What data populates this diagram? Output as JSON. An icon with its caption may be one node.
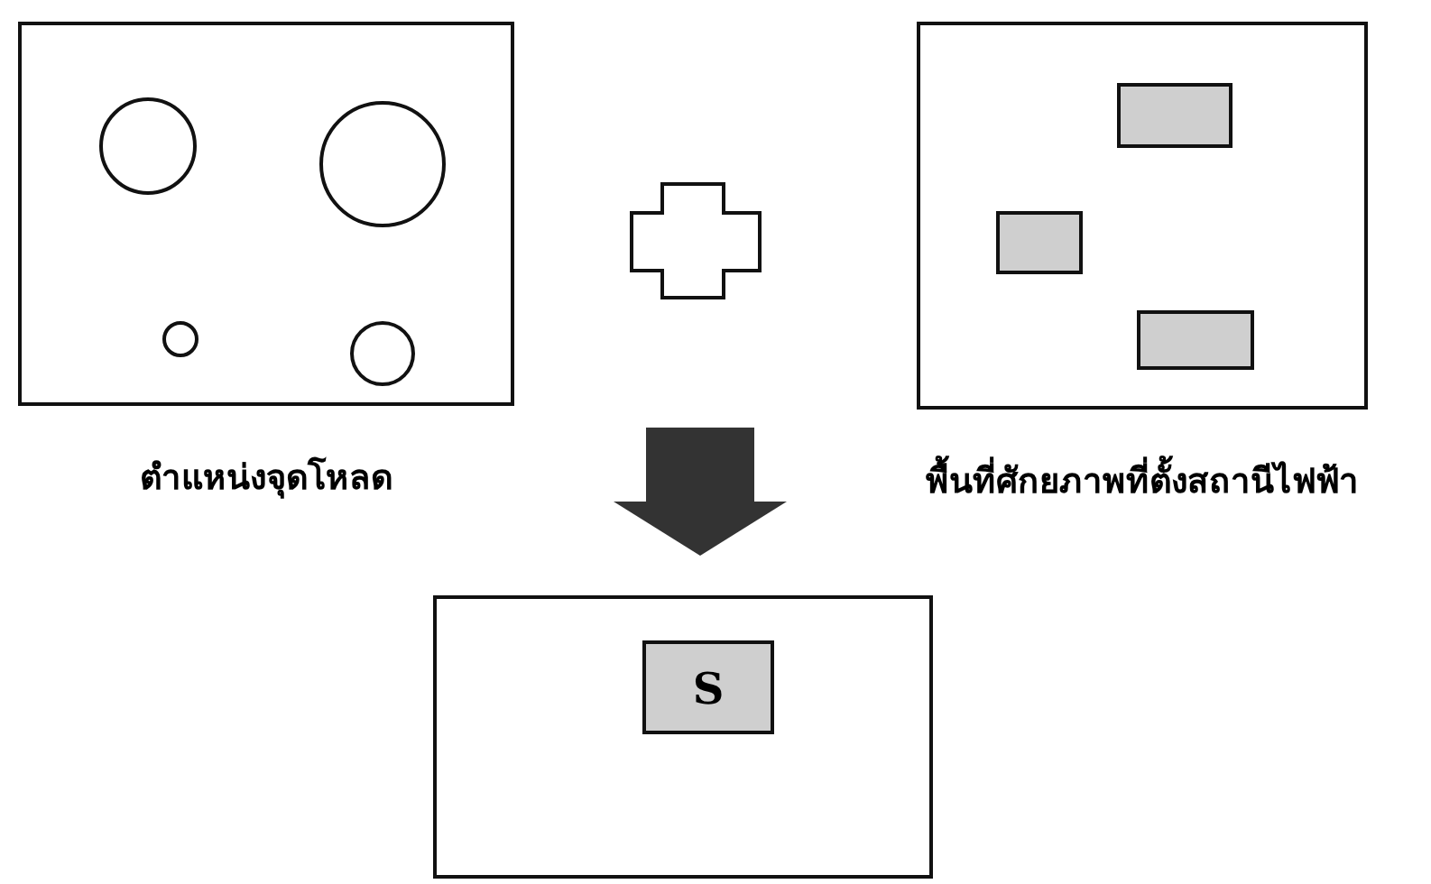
{
  "diagram": {
    "nodes": [
      {
        "text": [],
        "shape": "box",
        "beside": [
          "ตำแหน่งจุดโหลด"
        ]
      },
      {
        "text": [],
        "shape": "circle",
        "in": 0
      },
      {
        "text": [],
        "shape": "circle",
        "in": 0
      },
      {
        "text": [],
        "shape": "circle",
        "in": 0
      },
      {
        "text": [],
        "shape": "circle",
        "in": 0
      },
      {
        "text": [],
        "shape": "cross"
      },
      {
        "text": [],
        "shape": "box",
        "beside": [
          "พื้นที่ศักยภาพที่ตั้งสถานีไฟฟ้า"
        ]
      },
      {
        "text": [],
        "shape": "box",
        "in": 6
      },
      {
        "text": [],
        "shape": "box",
        "in": 6
      },
      {
        "text": [],
        "shape": "box",
        "in": 6
      },
      {
        "text": [],
        "shape": "box"
      },
      {
        "text": [
          "S"
        ],
        "in": 10
      }
    ],
    "edges": [
      {
        "from": null,
        "to": 10,
        "arrow": "to"
      }
    ]
  }
}
